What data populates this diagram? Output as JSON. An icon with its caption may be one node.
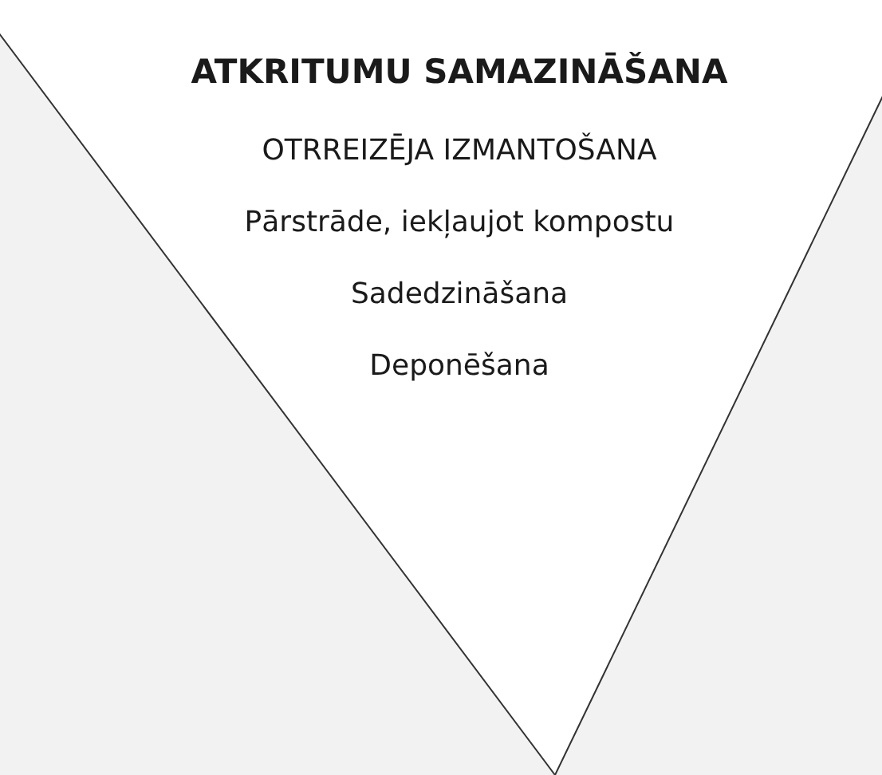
{
  "diagram": {
    "nodes": [
      {
        "text": [
          "ATKRITUMU SAMAZINĀŠANA",
          "OTRREIZĒJA IZMANTOŠANA",
          "Pārstrāde, iekļaujot kompostu",
          "Sadedzināšana",
          "Deponēšana"
        ]
      }
    ]
  }
}
